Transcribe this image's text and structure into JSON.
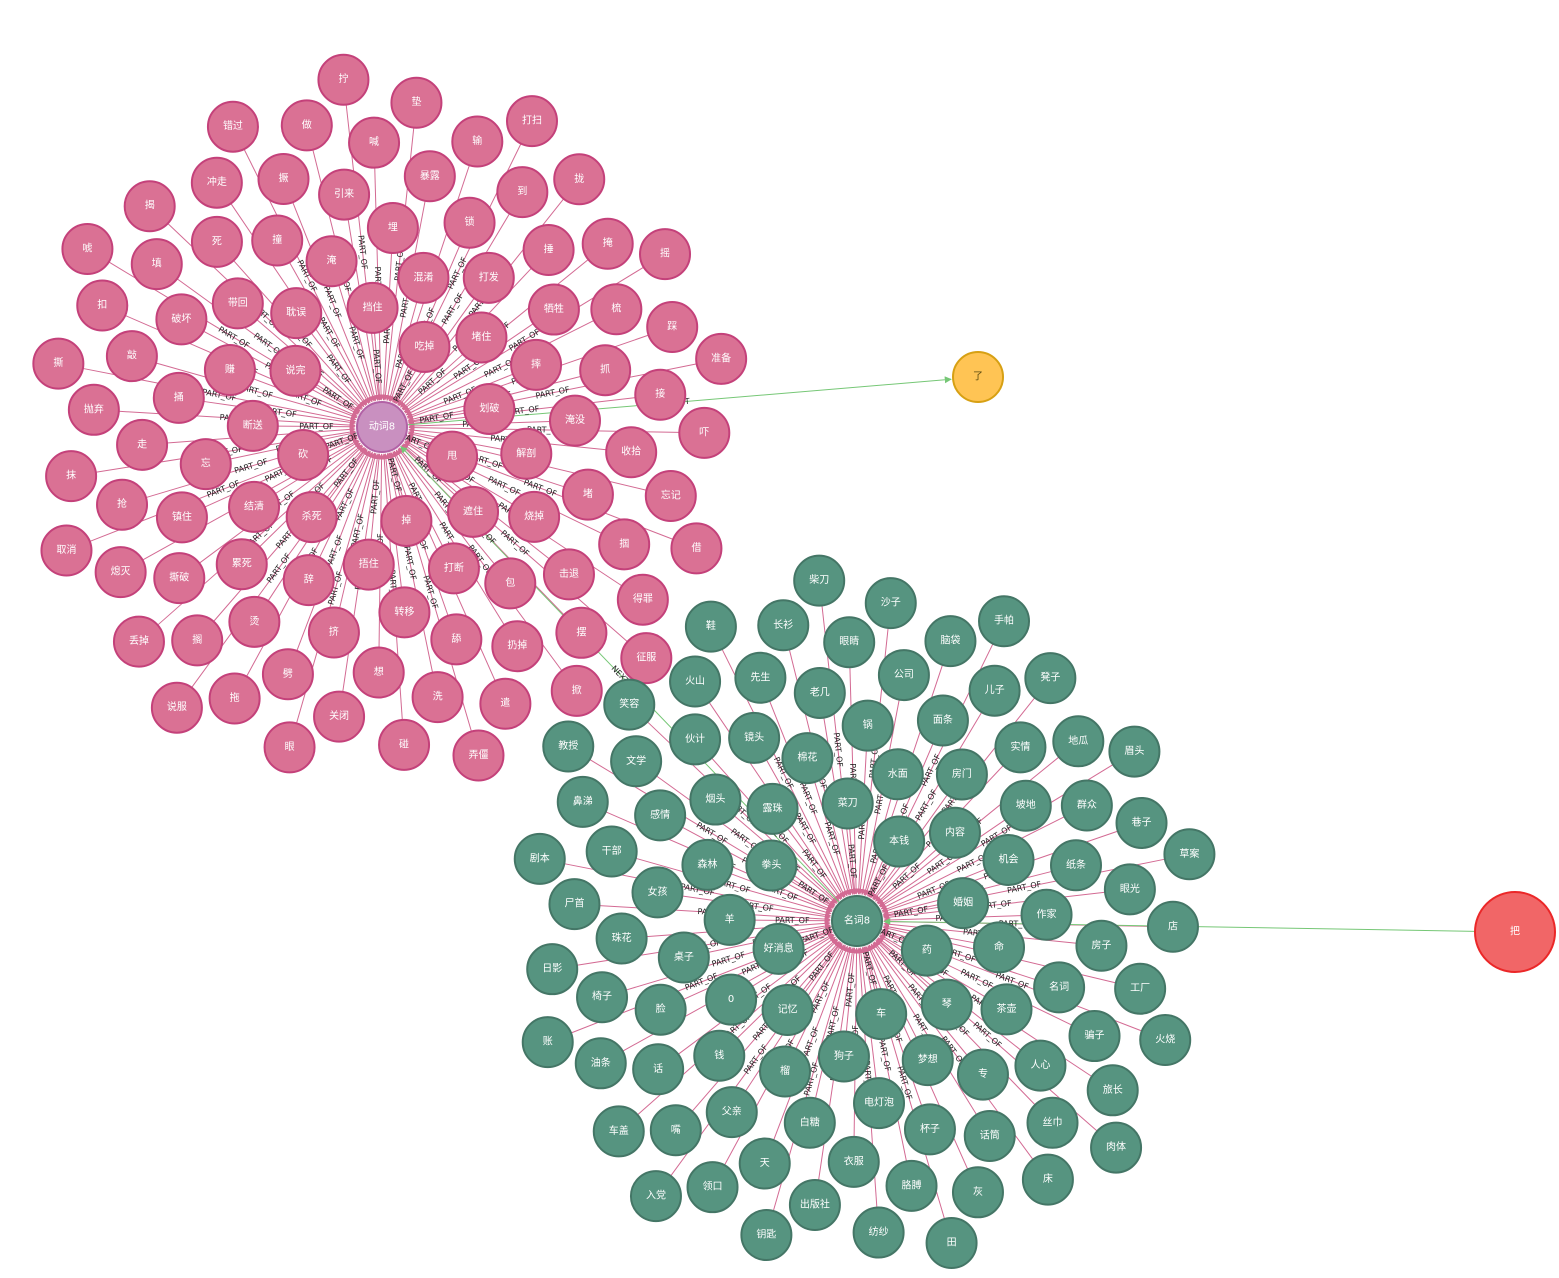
{
  "colors": {
    "verb_fill": "#DA7194",
    "verb_stroke": "#C4417A",
    "verb_hub_fill": "#C990C0",
    "verb_hub_stroke": "#B261A5",
    "noun_fill": "#569480",
    "noun_stroke": "#447666",
    "le_fill": "#FFC454",
    "le_stroke": "#D7A013",
    "ba_fill": "#F16667",
    "ba_stroke": "#EB2728",
    "part_edge": "#D36A93",
    "next_edge": "#76C776"
  },
  "edge_labels": {
    "part_of": "PART_OF",
    "next": "NEXT"
  },
  "nodes": {
    "verb_hub": "动词8",
    "noun_hub": "名词8",
    "le": "了",
    "ba": "把",
    "verbs": [
      "甩",
      "砍",
      "吃掉",
      "掉",
      "说完",
      "划破",
      "杀死",
      "挡住",
      "遮住",
      "断送",
      "堵住",
      "捂住",
      "耽误",
      "解剖",
      "结清",
      "混淆",
      "打断",
      "赚",
      "摔",
      "辞",
      "淹",
      "烧掉",
      "忘",
      "打发",
      "转移",
      "带回",
      "淹没",
      "累死",
      "埋",
      "包",
      "捅",
      "牺牲",
      "挤",
      "撞",
      "堵",
      "镇住",
      "锁",
      "舔",
      "破坏",
      "抓",
      "烫",
      "引来",
      "击退",
      "走",
      "捶",
      "想",
      "死",
      "收拾",
      "撕破",
      "暴露",
      "扔掉",
      "敲",
      "梳",
      "劈",
      "撅",
      "掴",
      "抢",
      "到",
      "洗",
      "填",
      "接",
      "搁",
      "喊",
      "摆",
      "抛弃",
      "掩",
      "关闭",
      "冲走",
      "忘记",
      "熄灭",
      "输",
      "遣",
      "扣",
      "踩",
      "拖",
      "做",
      "得罪",
      "抹",
      "拢",
      "碰",
      "揭",
      "吓",
      "丢掉",
      "垫",
      "掀",
      "撕",
      "摇",
      "眼",
      "错过",
      "借",
      "取消",
      "打扫",
      "弄僵",
      "唬",
      "准备",
      "说服",
      "拧",
      "征服"
    ],
    "nouns": [
      "药",
      "好消息",
      "本钱",
      "车",
      "拳头",
      "婚姻",
      "记忆",
      "菜刀",
      "琴",
      "羊",
      "内容",
      "狗子",
      "露珠",
      "命",
      "0",
      "水面",
      "梦想",
      "森林",
      "机会",
      "榴",
      "棉花",
      "茶壶",
      "桌子",
      "房门",
      "电灯泡",
      "烟头",
      "作家",
      "钱",
      "锅",
      "专",
      "女孩",
      "坡地",
      "白糖",
      "镜头",
      "名词",
      "脸",
      "面条",
      "杯子",
      "感情",
      "纸条",
      "父亲",
      "老几",
      "人心",
      "珠花",
      "实情",
      "衣服",
      "伙计",
      "房子",
      "话",
      "公司",
      "话筒",
      "干部",
      "群众",
      "天",
      "先生",
      "骗子",
      "椅子",
      "儿子",
      "胳膊",
      "文学",
      "眼光",
      "嘴",
      "眼睛",
      "丝巾",
      "尸首",
      "地瓜",
      "出版社",
      "火山",
      "工厂",
      "油条",
      "脑袋",
      "灰",
      "鼻涕",
      "巷子",
      "领口",
      "长衫",
      "旅长",
      "日影",
      "凳子",
      "纺纱",
      "笑容",
      "店",
      "车盖",
      "沙子",
      "床",
      "剧本",
      "眉头",
      "钥匙",
      "鞋",
      "火烧",
      "账",
      "手帕",
      "田",
      "教授",
      "草案",
      "入党",
      "柴刀",
      "肉体"
    ]
  }
}
